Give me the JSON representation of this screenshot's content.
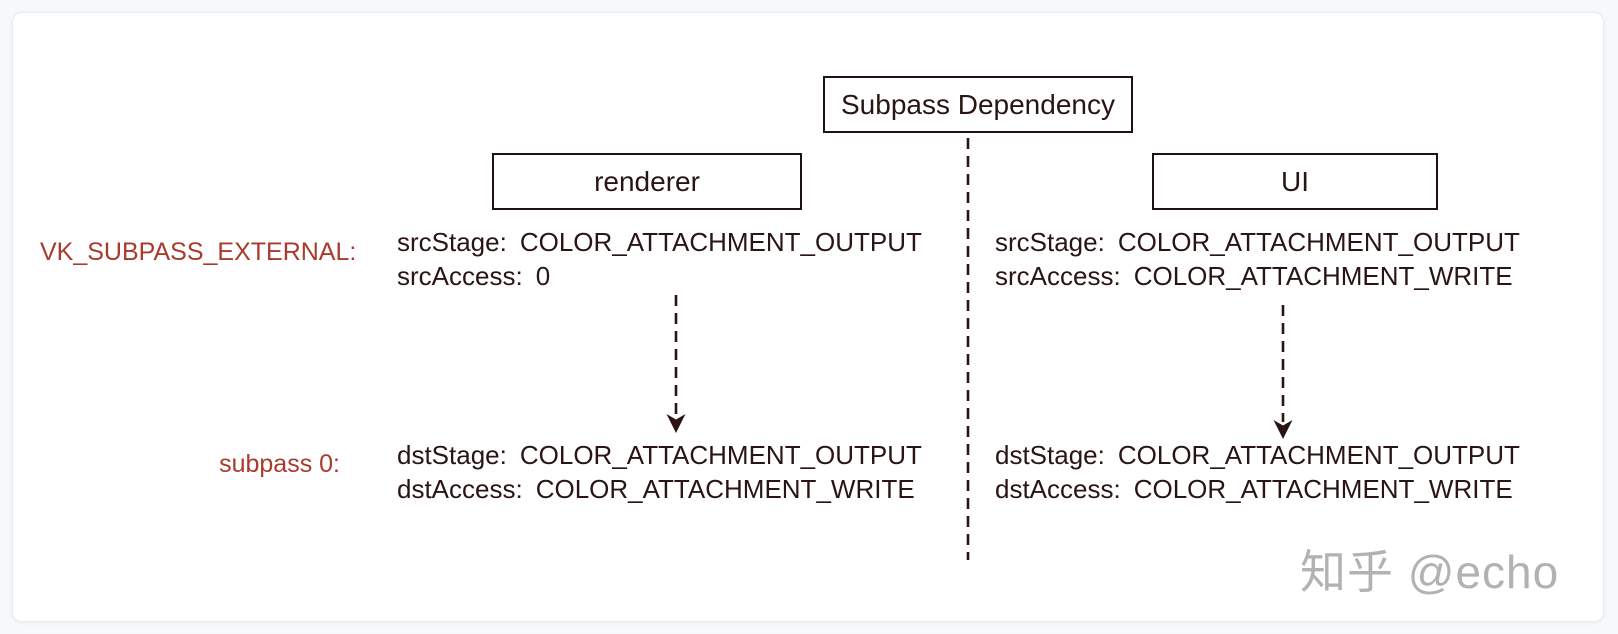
{
  "colors": {
    "page_bg": "#f7f8fa",
    "card_bg": "#ffffff",
    "card_border": "#e8eaee",
    "text_dark": "#2a1515",
    "border_dark": "#1f1212",
    "accent_red": "#a93a2e",
    "watermark_gray": "#b2b2b2"
  },
  "diagram": {
    "title_box": "Subpass Dependency",
    "row_labels": {
      "external": "VK_SUBPASS_EXTERNAL:",
      "subpass0": "subpass 0:"
    },
    "columns": [
      {
        "header": "renderer",
        "src_lines": [
          {
            "label": "srcStage:",
            "value": "COLOR_ATTACHMENT_OUTPUT"
          },
          {
            "label": "srcAccess:",
            "value": "0"
          }
        ],
        "dst_lines": [
          {
            "label": "dstStage:",
            "value": "COLOR_ATTACHMENT_OUTPUT"
          },
          {
            "label": "dstAccess:",
            "value": "COLOR_ATTACHMENT_WRITE"
          }
        ]
      },
      {
        "header": "UI",
        "src_lines": [
          {
            "label": "srcStage:",
            "value": "COLOR_ATTACHMENT_OUTPUT"
          },
          {
            "label": "srcAccess:",
            "value": "COLOR_ATTACHMENT_WRITE"
          }
        ],
        "dst_lines": [
          {
            "label": "dstStage:",
            "value": "COLOR_ATTACHMENT_OUTPUT"
          },
          {
            "label": "dstAccess:",
            "value": "COLOR_ATTACHMENT_WRITE"
          }
        ]
      }
    ]
  },
  "watermark": "知乎 @echo"
}
